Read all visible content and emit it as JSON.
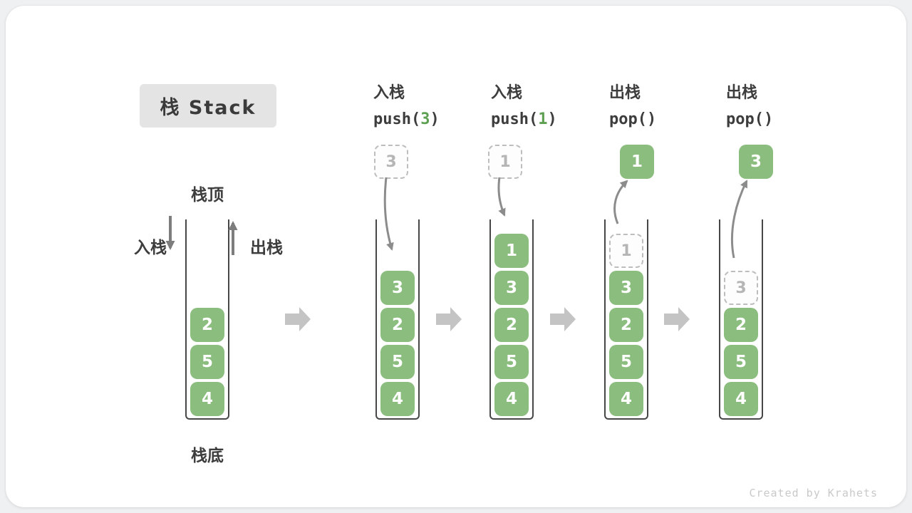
{
  "title": "栈 Stack",
  "legend": {
    "stack_top": "栈顶",
    "stack_bottom": "栈底",
    "push": "入栈",
    "pop": "出栈"
  },
  "colors": {
    "cell_green": "#8abd7e",
    "code_arg_green": "#5ea052",
    "arrow_gray": "#8c8c8c",
    "block_arrow_gray": "#c4c4c4",
    "text_dark": "#3d3d3d",
    "ghost_gray": "#bdbdbd",
    "title_box_bg": "#e4e4e4"
  },
  "stacks": [
    {
      "cells": [
        "2",
        "5",
        "4"
      ]
    },
    {
      "op": {
        "label": "入栈",
        "code_pre": "push(",
        "arg": "3",
        "code_post": ")"
      },
      "floating": {
        "value": "3",
        "variant": "dashed"
      },
      "cells": [
        "3",
        "2",
        "5",
        "4"
      ]
    },
    {
      "op": {
        "label": "入栈",
        "code_pre": "push(",
        "arg": "1",
        "code_post": ")"
      },
      "floating": {
        "value": "1",
        "variant": "dashed"
      },
      "cells": [
        "1",
        "3",
        "2",
        "5",
        "4"
      ]
    },
    {
      "op": {
        "label": "出栈",
        "code_pre": "pop(",
        "arg": "",
        "code_post": ")"
      },
      "floating": {
        "value": "1",
        "variant": "solid"
      },
      "ghost": {
        "value": "1"
      },
      "cells": [
        "3",
        "2",
        "5",
        "4"
      ]
    },
    {
      "op": {
        "label": "出栈",
        "code_pre": "pop(",
        "arg": "",
        "code_post": ")"
      },
      "floating": {
        "value": "3",
        "variant": "solid"
      },
      "ghost": {
        "value": "3"
      },
      "cells": [
        "2",
        "5",
        "4"
      ]
    }
  ],
  "watermark": "Created by Krahets"
}
